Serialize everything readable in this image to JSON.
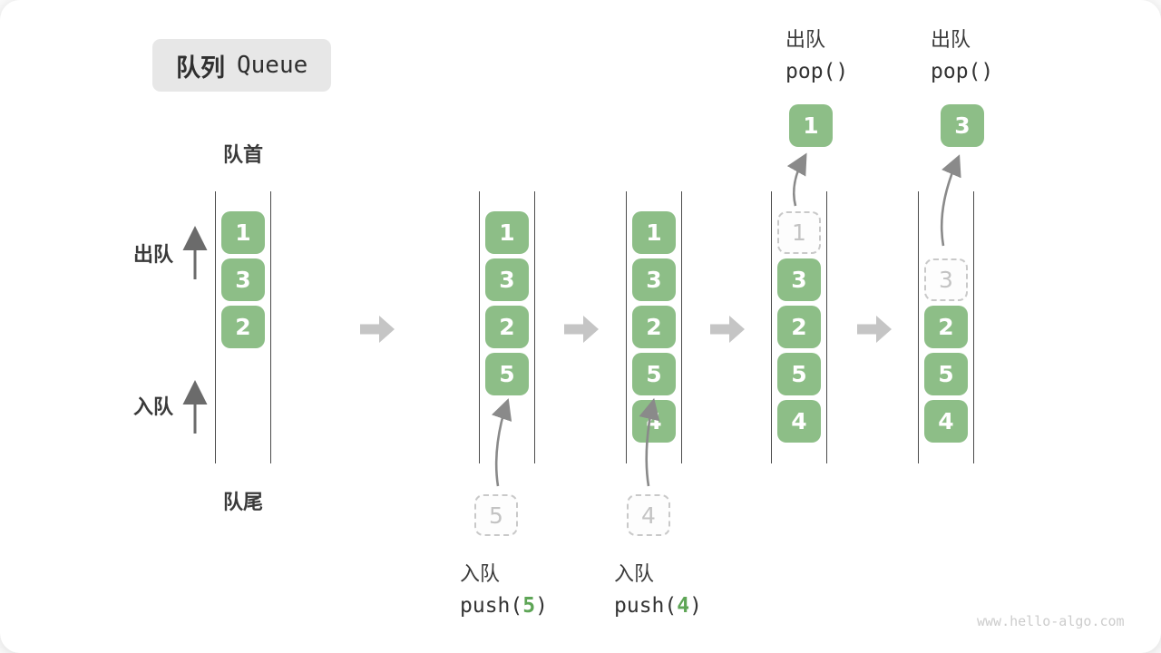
{
  "title": {
    "zh": "队列",
    "en": "Queue"
  },
  "labels": {
    "front": "队首",
    "rear": "队尾",
    "side_dequeue": "出队",
    "side_enqueue": "入队"
  },
  "colors": {
    "cell_green": "#8dbe87",
    "arg_green": "#5ea556",
    "ghost_gray": "#c9c9c9",
    "block_arrow_gray": "#c5c5c5",
    "thin_arrow_gray": "#8a8a8a",
    "title_bg": "#e7e7e7"
  },
  "watermark": "www.hello-algo.com",
  "states": [
    {
      "cells": [
        {
          "value": "1"
        },
        {
          "value": "3"
        },
        {
          "value": "2"
        }
      ]
    },
    {
      "cells": [
        {
          "value": "1"
        },
        {
          "value": "3"
        },
        {
          "value": "2"
        },
        {
          "value": "5"
        }
      ],
      "incoming": {
        "value": "5"
      },
      "caption": {
        "zh": "入队",
        "fn": "push(",
        "arg": "5",
        "close": ")"
      }
    },
    {
      "cells": [
        {
          "value": "1"
        },
        {
          "value": "3"
        },
        {
          "value": "2"
        },
        {
          "value": "5"
        },
        {
          "value": "4"
        }
      ],
      "incoming": {
        "value": "4"
      },
      "caption": {
        "zh": "入队",
        "fn": "push(",
        "arg": "4",
        "close": ")"
      }
    },
    {
      "cells": [
        {
          "value": "1",
          "ghost": true
        },
        {
          "value": "3"
        },
        {
          "value": "2"
        },
        {
          "value": "5"
        },
        {
          "value": "4"
        }
      ],
      "popped": {
        "value": "1"
      },
      "caption": {
        "zh": "出队",
        "code": "pop()"
      }
    },
    {
      "cells": [
        {
          "value": "3",
          "ghost": true
        },
        {
          "value": "2"
        },
        {
          "value": "5"
        },
        {
          "value": "4"
        }
      ],
      "popped": {
        "value": "3"
      },
      "caption": {
        "zh": "出队",
        "code": "pop()"
      }
    }
  ]
}
